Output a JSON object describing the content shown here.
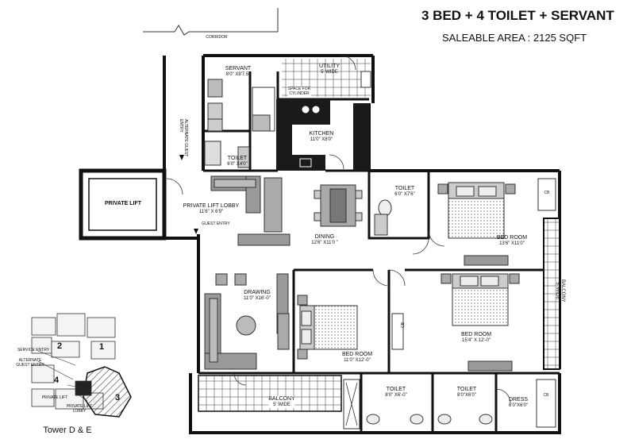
{
  "header": {
    "title": "3 BED + 4 TOILET  + SERVANT",
    "subtitle": "SALEABLE AREA : 2125 SQFT"
  },
  "rooms": {
    "corridor": "CORRIDOR",
    "servant": {
      "name": "SERVANT",
      "size": "8'0\" X8'7.5\""
    },
    "utility": {
      "name": "UTILITY",
      "size": "5' WIDE"
    },
    "cylinder": {
      "line1": "SPACE FOR",
      "line2": "CYLINDER"
    },
    "kitchen": {
      "name": "KITCHEN",
      "size": "11'0\" X8'0\""
    },
    "servant_toilet": {
      "name": "TOILET",
      "size": "6'0\" X4'0\""
    },
    "alternate_entry": "ALTERNATE GUEST ENTRY",
    "private_lift": "PRIVATE LIFT",
    "lift_lobby": {
      "name": "PRIVATE LIFT LOBBY",
      "size": "11'6\" X 6'9\""
    },
    "guest_entry": "GUEST ENTRY",
    "toilet_top": {
      "name": "TOILET",
      "size": "6'0\" X7'6\""
    },
    "dining": {
      "name": "DINING",
      "size": "12'6\" X11'0 \""
    },
    "bedroom_top": {
      "name": "BED ROOM",
      "size": "13'6\" X11'0\""
    },
    "drawing": {
      "name": "DRAWING",
      "size": "11'0\" X16'-0\""
    },
    "balcony_right": {
      "name": "BALCONY",
      "size": "5' WIDE"
    },
    "bedroom_right": {
      "name": "BED ROOM",
      "size": "15'4\" X 12'-0\""
    },
    "bedroom_mid": {
      "name": "BED ROOM",
      "size": "11'0\" X12'-0\""
    },
    "balcony_bottom": {
      "name": "BALCONY",
      "size": "5' WIDE"
    },
    "toilet_b1": {
      "name": "TOILET",
      "size": "8'0\" X6'-0\""
    },
    "toilet_b2": {
      "name": "TOILET",
      "size": "8'0\"X6'0\""
    },
    "dress": {
      "name": "DRESS",
      "size": "6'0\"X6'0\""
    },
    "cb": "CB"
  },
  "keyplan": {
    "numbers": [
      "1",
      "2",
      "3",
      "4"
    ],
    "service_entry": "SERVICE ENTRY",
    "alternate_guest_entry": "ALTERNATE GUEST ENTRY",
    "private_lift": "PRIVATE LIFT",
    "private_lift_lobby": "PRIVATE LIFT LOBBY",
    "caption": "Tower D & E"
  }
}
